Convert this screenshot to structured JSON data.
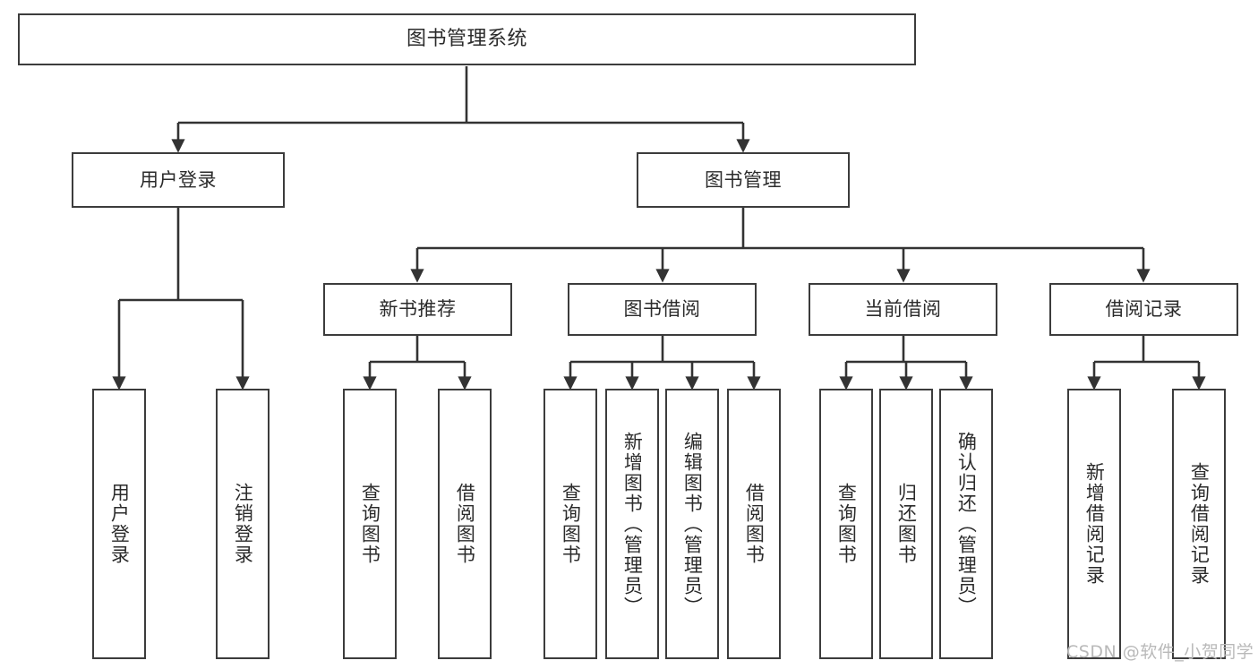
{
  "diagram": {
    "title": "图书管理系统",
    "type": "tree-hierarchy-chart",
    "watermark": "CSDN @软件_小贺同学",
    "colors": {
      "box_border": "#3c3c3c",
      "box_fill": "#ffffff",
      "connector": "#333333",
      "text": "#2b2b2b",
      "watermark": "#b9b9b9",
      "background": "#ffffff"
    },
    "nodes": {
      "root": {
        "label": "图书管理系统"
      },
      "level2": [
        {
          "id": "user-login",
          "label": "用户登录"
        },
        {
          "id": "book-manage",
          "label": "图书管理"
        }
      ],
      "level3": [
        {
          "id": "new-book-rec",
          "label": "新书推荐"
        },
        {
          "id": "book-borrow",
          "label": "图书借阅"
        },
        {
          "id": "current-borrow",
          "label": "当前借阅"
        },
        {
          "id": "borrow-record",
          "label": "借阅记录"
        }
      ],
      "leaves": {
        "user-login": [
          {
            "id": "leaf-user-login",
            "label": "用户登录"
          },
          {
            "id": "leaf-logout",
            "label": "注销登录"
          }
        ],
        "new-book-rec": [
          {
            "id": "leaf-query-book-1",
            "label": "查询图书"
          },
          {
            "id": "leaf-borrow-book-1",
            "label": "借阅图书"
          }
        ],
        "book-borrow": [
          {
            "id": "leaf-query-book-2",
            "label": "查询图书"
          },
          {
            "id": "leaf-add-book",
            "label": "新增图书（管理员）"
          },
          {
            "id": "leaf-edit-book",
            "label": "编辑图书（管理员）"
          },
          {
            "id": "leaf-borrow-book-2",
            "label": "借阅图书"
          }
        ],
        "current-borrow": [
          {
            "id": "leaf-query-book-3",
            "label": "查询图书"
          },
          {
            "id": "leaf-return-book",
            "label": "归还图书"
          },
          {
            "id": "leaf-confirm-return",
            "label": "确认归还（管理员）"
          }
        ],
        "borrow-record": [
          {
            "id": "leaf-add-record",
            "label": "新增借阅记录"
          },
          {
            "id": "leaf-query-record",
            "label": "查询借阅记录"
          }
        ]
      }
    }
  }
}
